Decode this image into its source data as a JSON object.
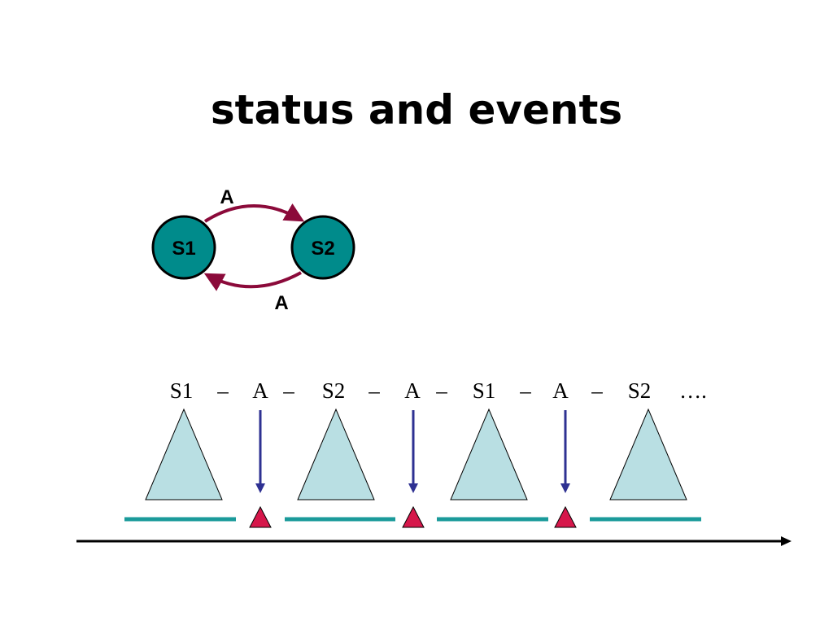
{
  "title": "status and events",
  "state_diagram": {
    "states": [
      {
        "id": "s1",
        "label": "S1"
      },
      {
        "id": "s2",
        "label": "S2"
      }
    ],
    "transitions": [
      {
        "from": "S1",
        "to": "S2",
        "label": "A"
      },
      {
        "from": "S2",
        "to": "S1",
        "label": "A"
      }
    ]
  },
  "timeline": {
    "sequence": [
      "S1",
      "–",
      "A",
      "–",
      "S2",
      "–",
      "A",
      "–",
      "S1",
      "–",
      "A",
      "–",
      "S2",
      "…."
    ],
    "state_periods": 4,
    "events": 3
  },
  "colors": {
    "state_fill": "#008b8b",
    "transition_arrow": "#8b0a3a",
    "state_triangle_fill": "#b9dfe3",
    "state_bar": "#1a9a9a",
    "event_arrow": "#2e3192",
    "event_marker": "#d6174b",
    "time_axis": "#000000"
  }
}
